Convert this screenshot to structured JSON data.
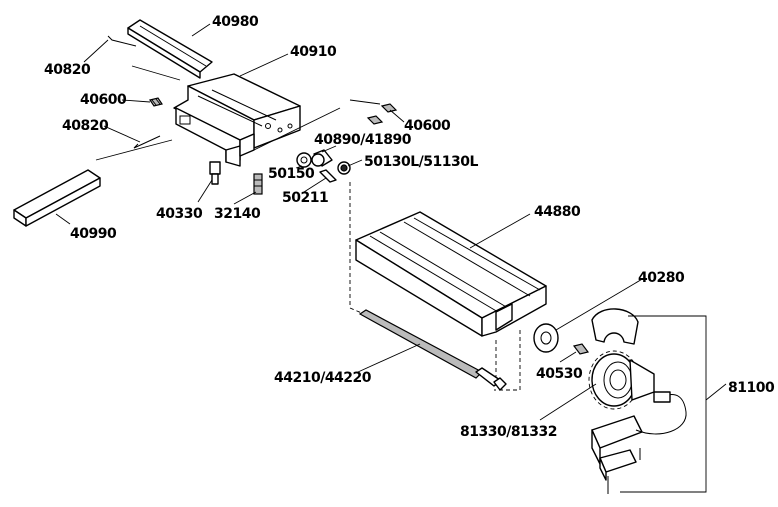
{
  "labels": {
    "p40980": "40980",
    "p40820_top": "40820",
    "p40910": "40910",
    "p40600_left": "40600",
    "p40820_mid": "40820",
    "p40600_right": "40600",
    "p40890": "40890/41890",
    "p50130": "50130L/51130L",
    "p50150": "50150",
    "p50211": "50211",
    "p40330": "40330",
    "p32140": "32140",
    "p40990": "40990",
    "p44880": "44880",
    "p40280": "40280",
    "p40530": "40530",
    "p44210": "44210/44220",
    "p81330": "81330/81332",
    "p81100": "81100"
  }
}
